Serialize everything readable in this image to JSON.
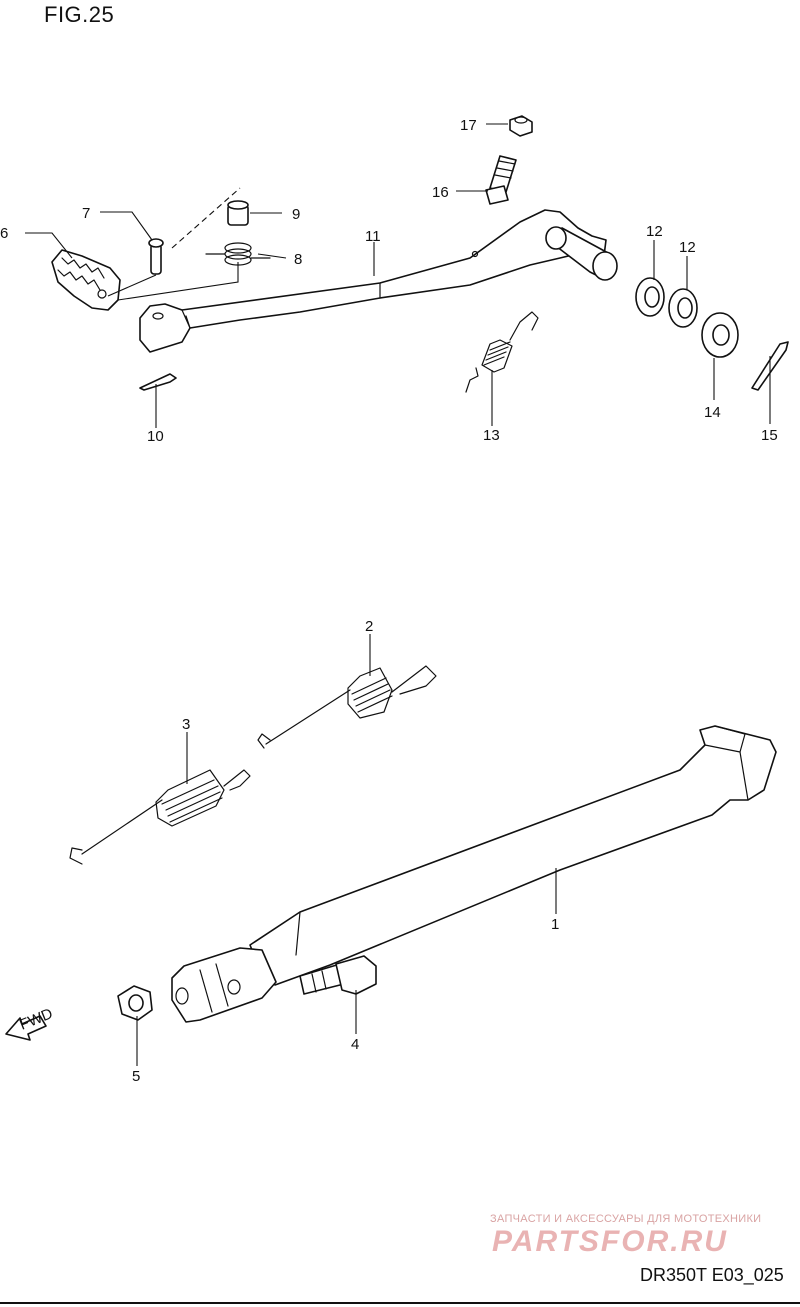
{
  "figure": {
    "title": "FIG.25",
    "code": "DR350T E03_025"
  },
  "watermark": {
    "line1": "ЗАПЧАСТИ И АКСЕССУАРЫ ДЛЯ МОТОТЕХНИКИ",
    "line2": "PARTSFOR.RU"
  },
  "fwd_label": "FWD",
  "callouts": {
    "c1": "1",
    "c2": "2",
    "c3": "3",
    "c4": "4",
    "c5": "5",
    "c6": "6",
    "c7": "7",
    "c8": "8",
    "c9": "9",
    "c10": "10",
    "c11": "11",
    "c12a": "12",
    "c12b": "12",
    "c13": "13",
    "c14": "14",
    "c15": "15",
    "c16": "16",
    "c17": "17"
  },
  "colors": {
    "line": "#111111",
    "watermark": "#e9b3b3"
  }
}
